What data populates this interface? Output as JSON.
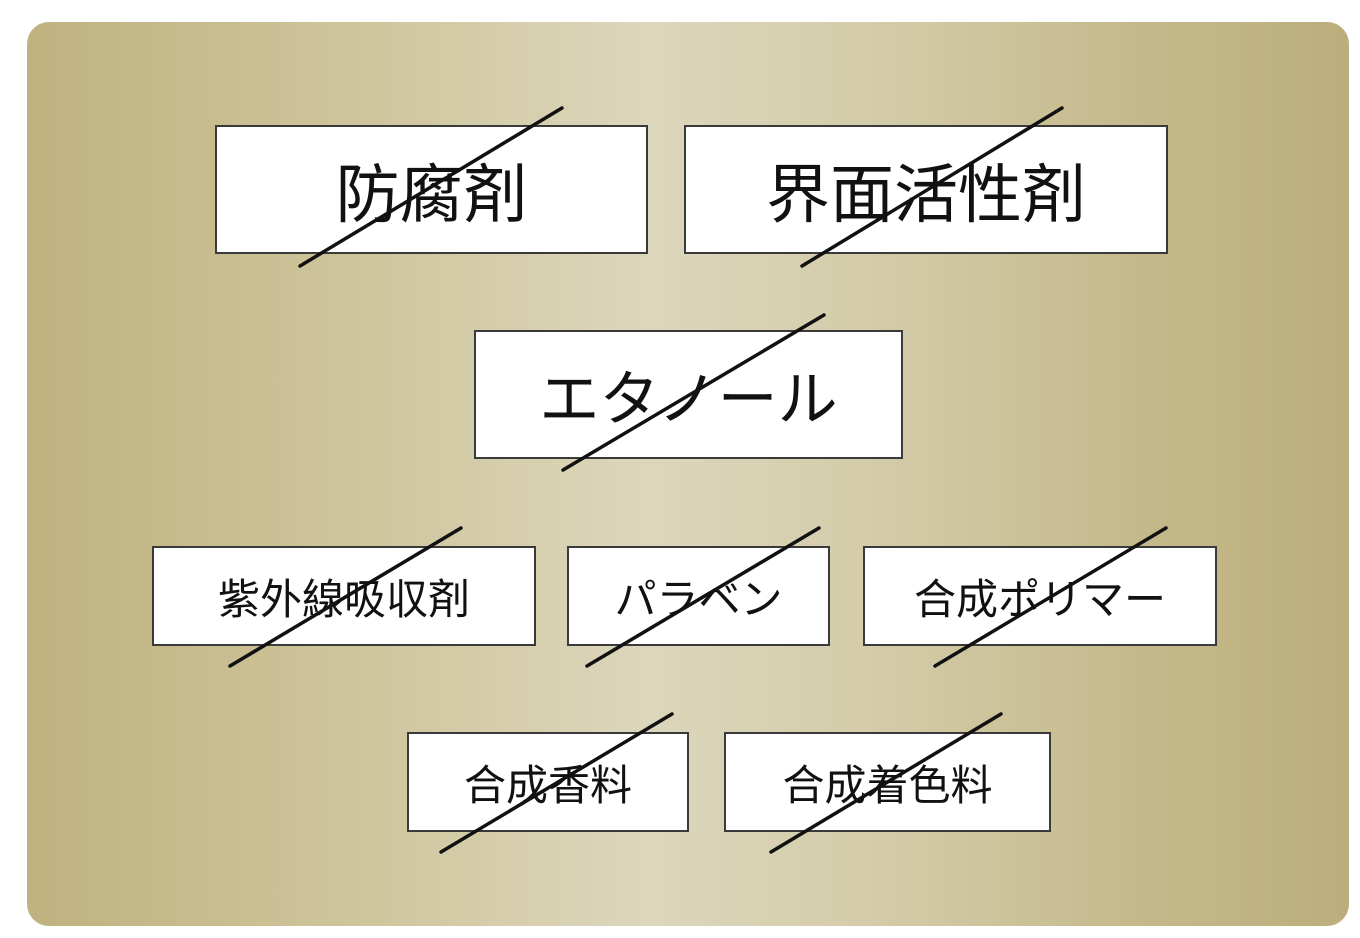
{
  "ingredients": {
    "preservative": "防腐剤",
    "surfactant": "界面活性剤",
    "ethanol": "エタノール",
    "uv_absorber": "紫外線吸収剤",
    "paraben": "パラベン",
    "synthetic_polymer": "合成ポリマー",
    "synthetic_fragrance": "合成香料",
    "synthetic_colorant": "合成着色料"
  },
  "colors": {
    "panel_gold_light": "#dcd6bc",
    "panel_gold_dark": "#bcae7c",
    "box_fill": "#ffffff",
    "strike_line": "#111111"
  }
}
